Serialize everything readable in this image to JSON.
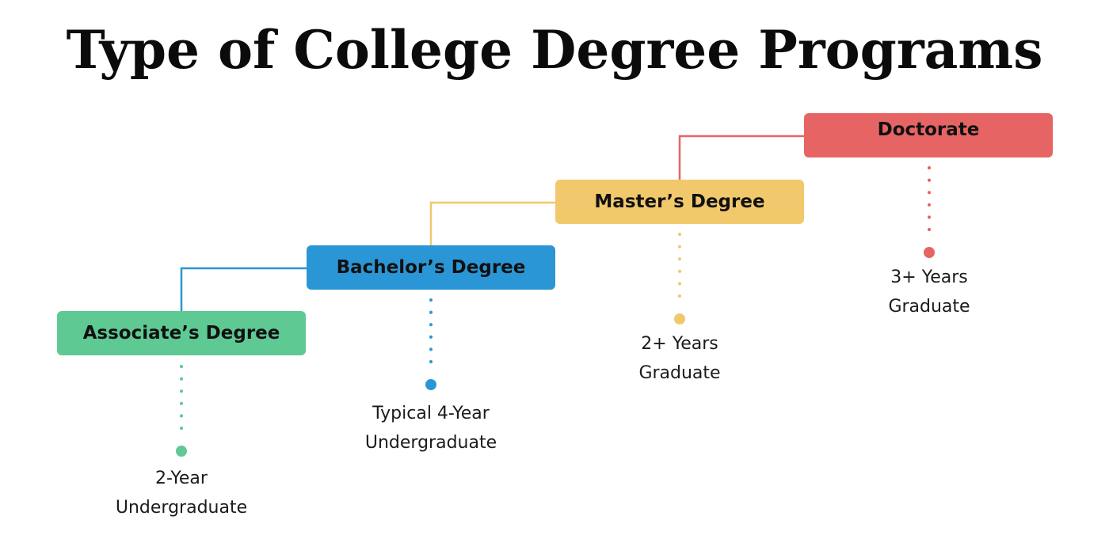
{
  "title": "Type of College Degree Programs",
  "colors": {
    "associate": "#5fc994",
    "bachelor": "#2b96d6",
    "master": "#f2c86c",
    "doctorate": "#e66464"
  },
  "degrees": [
    {
      "name": "Associate’s Degree",
      "duration_line1": "2-Year",
      "duration_line2": "Undergraduate"
    },
    {
      "name": "Bachelor’s Degree",
      "duration_line1": "Typical 4-Year",
      "duration_line2": "Undergraduate"
    },
    {
      "name": "Master’s Degree",
      "duration_line1": "2+ Years",
      "duration_line2": "Graduate"
    },
    {
      "name": "Doctorate",
      "duration_line1": "3+ Years",
      "duration_line2": "Graduate"
    }
  ]
}
